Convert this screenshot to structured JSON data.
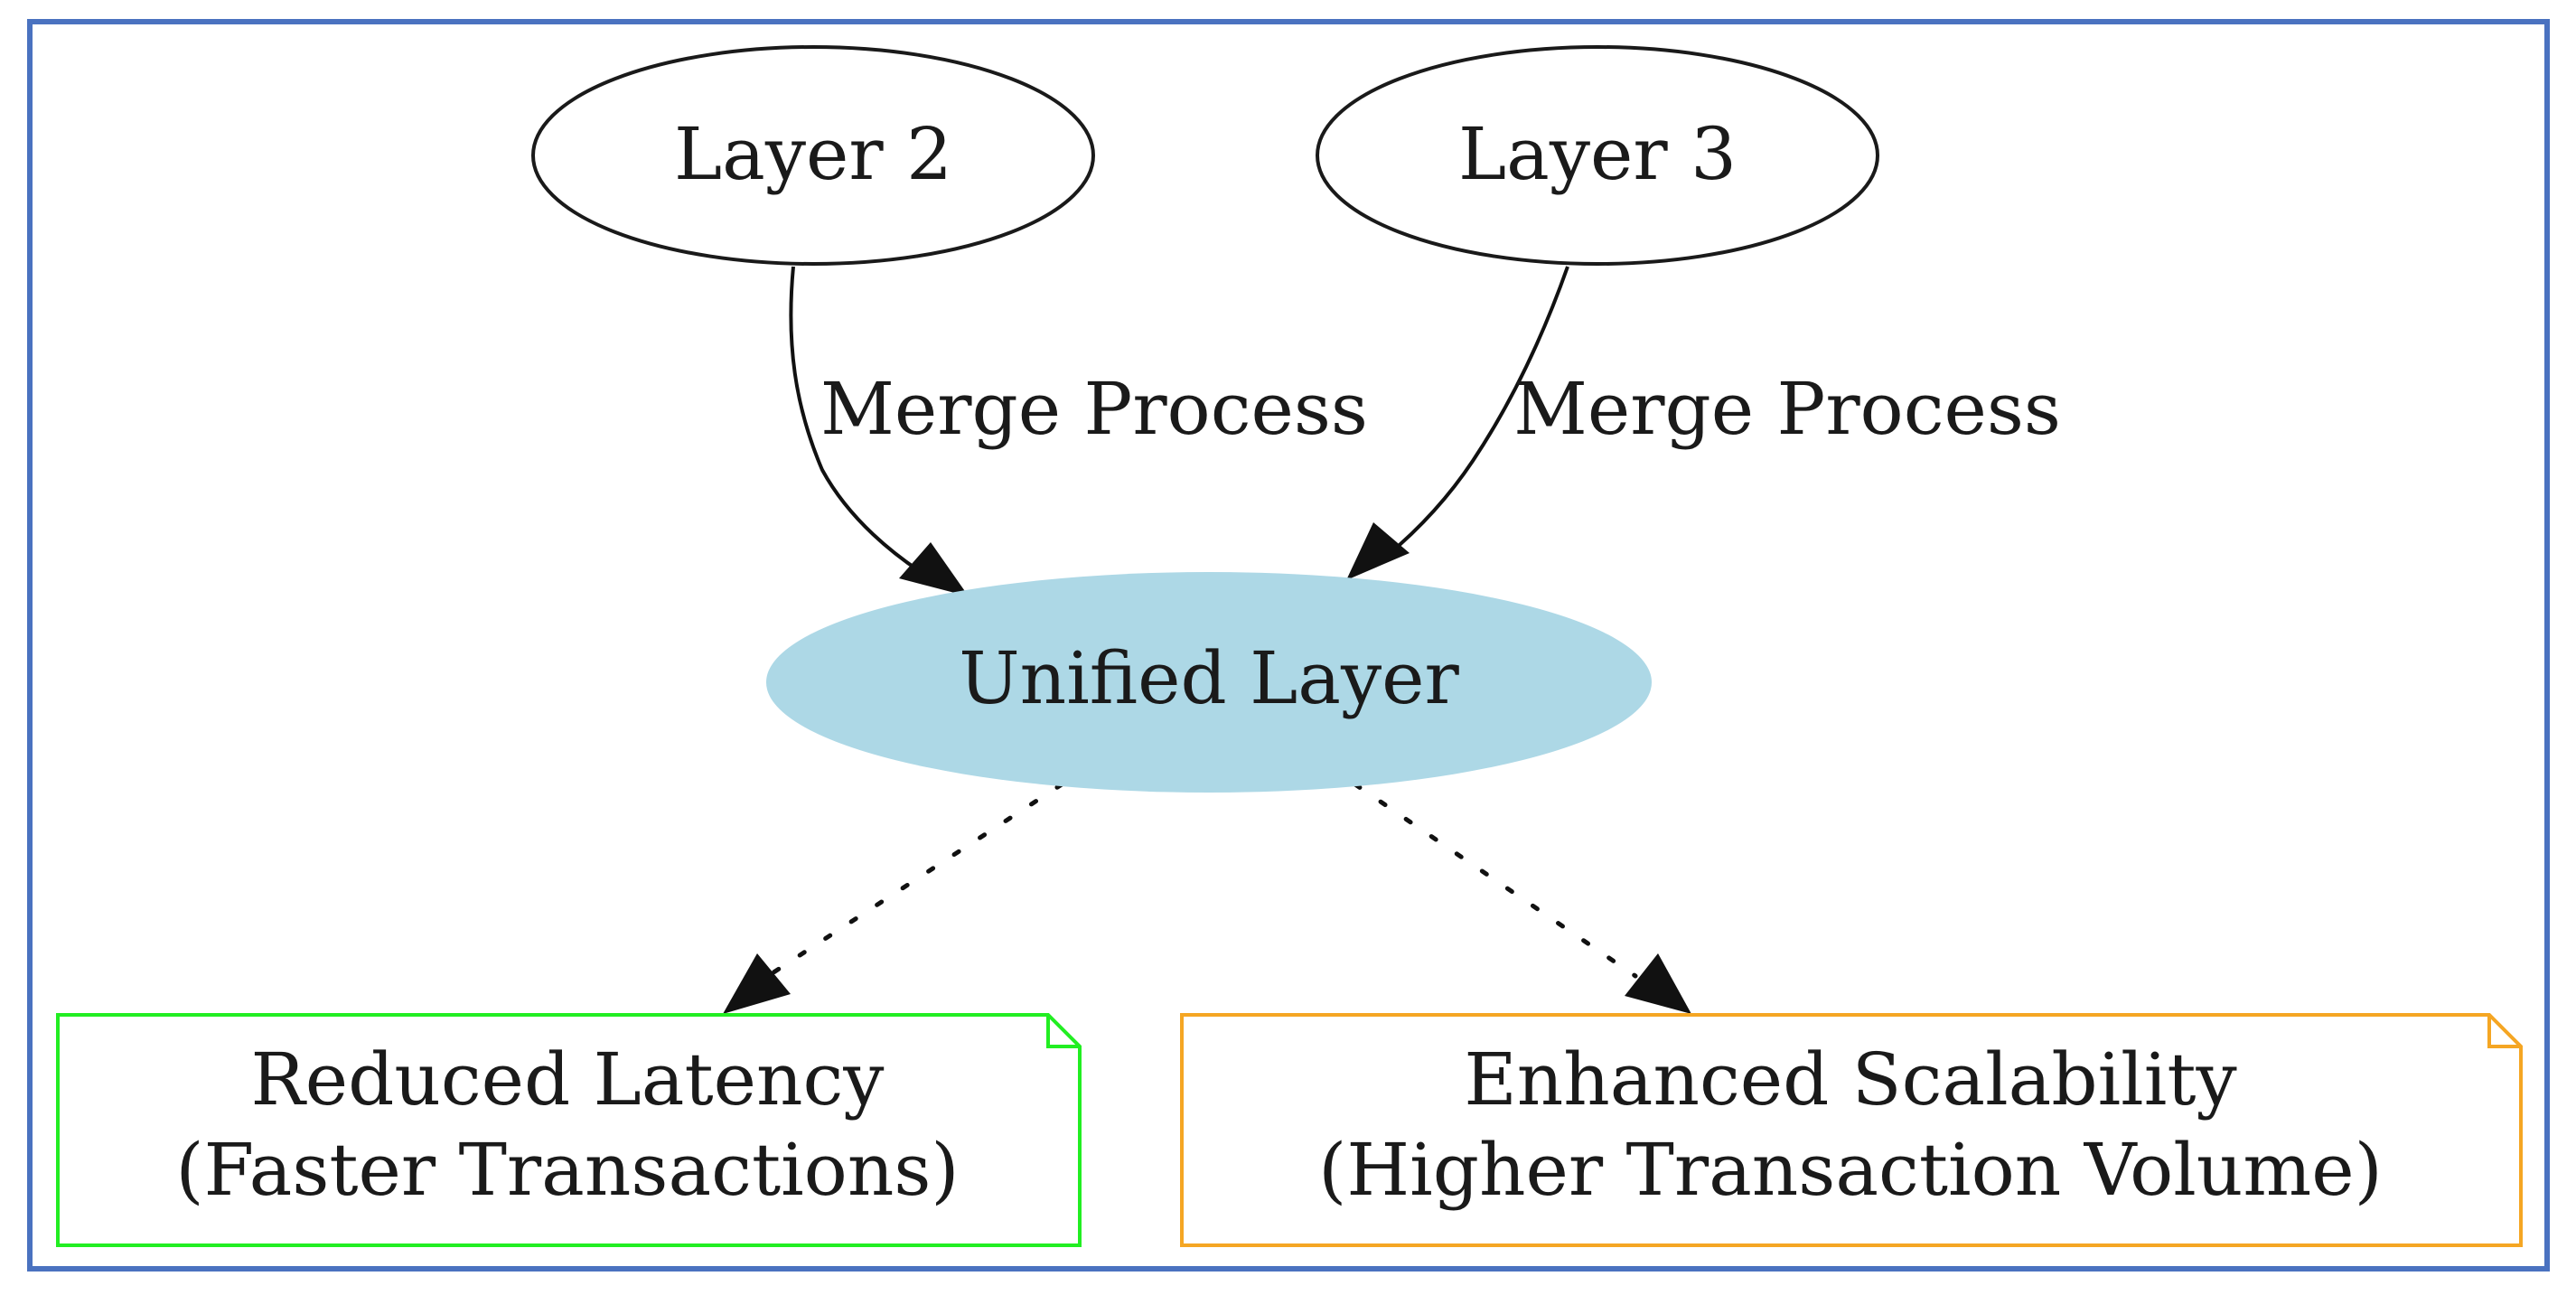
{
  "nodes": {
    "layer2": {
      "label": "Layer 2"
    },
    "layer3": {
      "label": "Layer 3"
    },
    "unified": {
      "label": "Unified Layer",
      "fill": "#add8e6"
    },
    "latency": {
      "line1": "Reduced Latency",
      "line2": "(Faster Transactions)",
      "border": "#22ee22"
    },
    "scalability": {
      "line1": "Enhanced Scalability",
      "line2": "(Higher Transaction Volume)",
      "border": "#f5a623"
    }
  },
  "edges": {
    "layer2_to_unified": {
      "label": "Merge Process"
    },
    "layer3_to_unified": {
      "label": "Merge Process"
    }
  },
  "colors": {
    "frame": "#4a72c0",
    "edge": "#111111"
  }
}
